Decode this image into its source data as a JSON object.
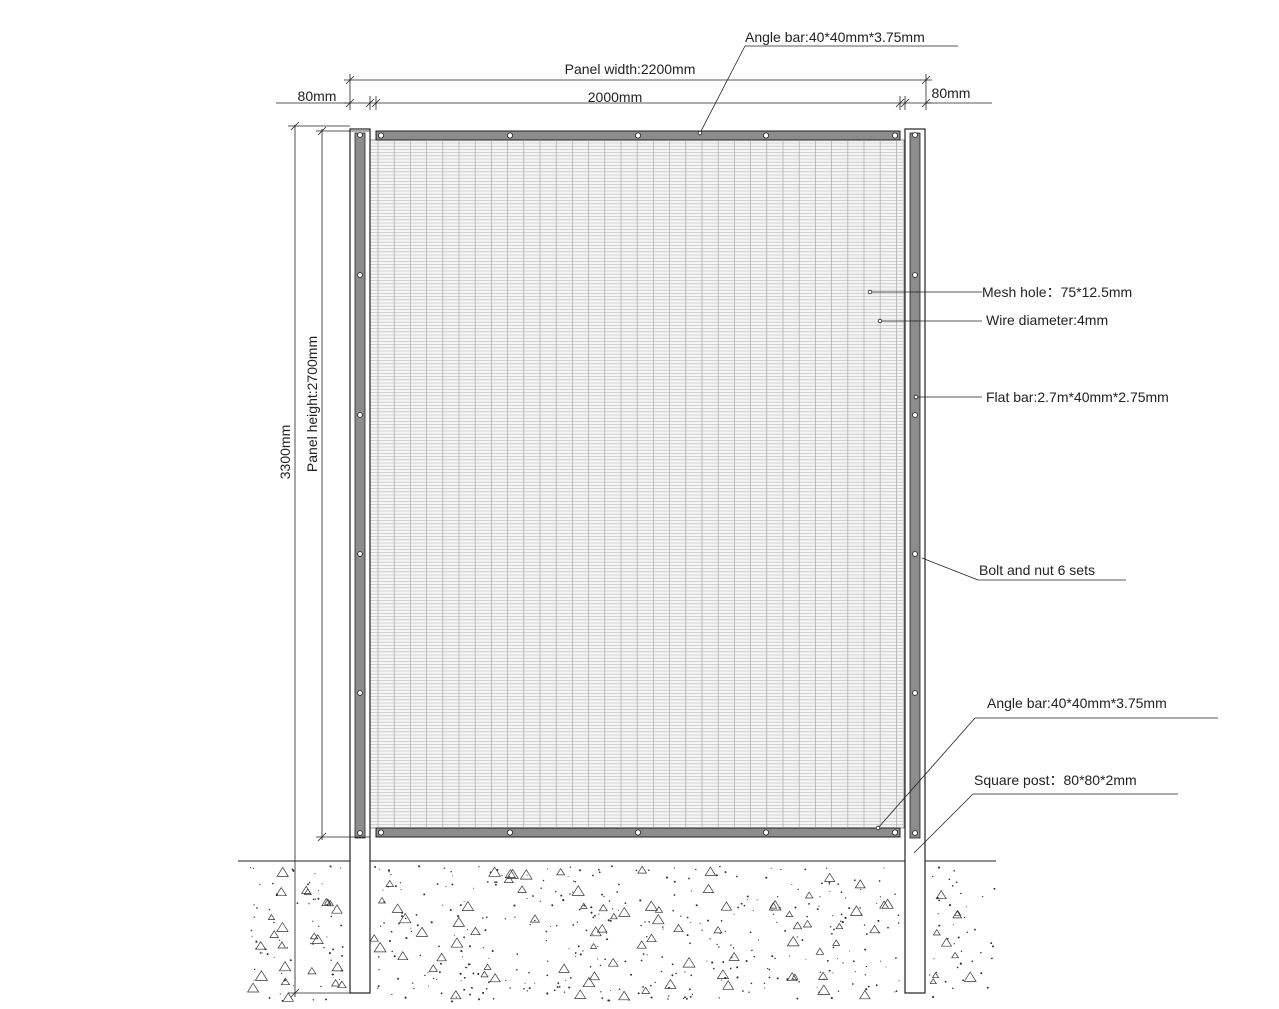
{
  "dimensions": {
    "panel_width": "Panel width:2200mm",
    "inner_width": "2000mm",
    "post_left": "80mm",
    "post_right": "80mm",
    "panel_height": "Panel height:2700mm",
    "total_height": "3300mm"
  },
  "callouts": {
    "angle_bar_top": "Angle bar:40*40mm*3.75mm",
    "mesh_hole": "Mesh hole：75*12.5mm",
    "wire_diameter": "Wire diameter:4mm",
    "flat_bar": "Flat bar:2.7m*40mm*2.75mm",
    "bolt_nut": "Bolt and nut 6 sets",
    "angle_bar_bottom": "Angle bar:40*40mm*3.75mm",
    "square_post": "Square post：80*80*2mm"
  },
  "colors": {
    "line": "#222222",
    "mesh": "#b8b8b8",
    "bar_fill": "#8c8c8c",
    "post_fill": "#ffffff"
  }
}
